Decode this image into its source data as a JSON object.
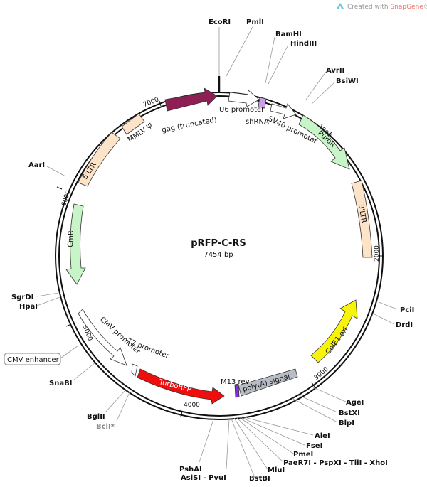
{
  "watermark": {
    "prefix": "Created with ",
    "brand": "SnapGene",
    "mark": "®"
  },
  "plasmid": {
    "name": "pRFP-C-RS",
    "size": "7454 bp"
  },
  "ticks": [
    "1000",
    "2000",
    "3000",
    "4000",
    "5000",
    "6000",
    "7000"
  ],
  "sites": [
    {
      "name": "EcoRI"
    },
    {
      "name": "PmlI"
    },
    {
      "name": "BamHI"
    },
    {
      "name": "HindIII"
    },
    {
      "name": "AvrII"
    },
    {
      "name": "BsiWI"
    },
    {
      "name": "PciI"
    },
    {
      "name": "DrdI"
    },
    {
      "name": "AgeI"
    },
    {
      "name": "BstXI"
    },
    {
      "name": "BlpI"
    },
    {
      "name": "AleI"
    },
    {
      "name": "FseI"
    },
    {
      "name": "PmeI"
    },
    {
      "name": "PaeR7I - PspXI - TliI - XhoI"
    },
    {
      "name": "MluI"
    },
    {
      "name": "BstBI"
    },
    {
      "name": "AsiSI - PvuI"
    },
    {
      "name": "PshAI"
    },
    {
      "name": "BclI*"
    },
    {
      "name": "BglII"
    },
    {
      "name": "SnaBI"
    },
    {
      "name": "HpaI"
    },
    {
      "name": "SgrDI"
    },
    {
      "name": "AarI"
    }
  ],
  "features": [
    {
      "name": "gag (truncated)"
    },
    {
      "name": "U6 promoter"
    },
    {
      "name": "shRNA"
    },
    {
      "name": "SV40 promoter"
    },
    {
      "name": "PuroR"
    },
    {
      "name": "3'LTR"
    },
    {
      "name": "ColE1 ori"
    },
    {
      "name": "poly(A) signal"
    },
    {
      "name": "M13 rev"
    },
    {
      "name": "TurboRFP"
    },
    {
      "name": "T7 promoter"
    },
    {
      "name": "CMV promoter"
    },
    {
      "name": "CMV enhancer"
    },
    {
      "name": "CmR"
    },
    {
      "name": "5'LTR"
    },
    {
      "name": "MMLV Ψ"
    }
  ]
}
